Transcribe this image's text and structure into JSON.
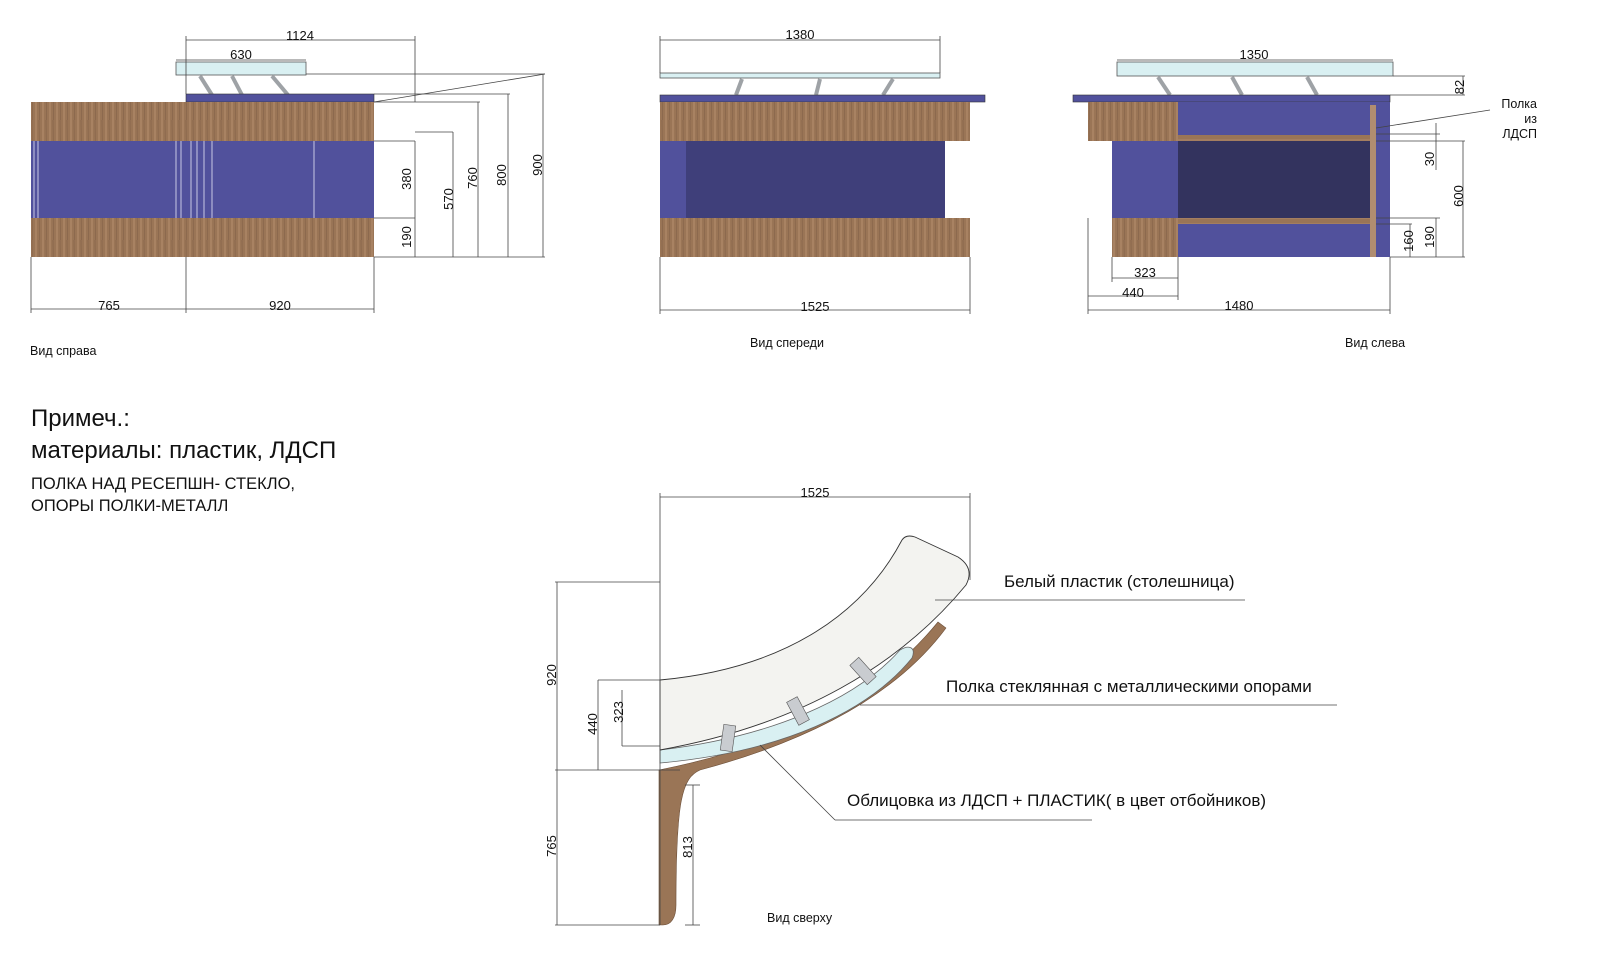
{
  "colors": {
    "wood": "#9a7556",
    "wood_light": "#b08d70",
    "panel_blue": "#51519c",
    "panel_dark": "#3f3f7a",
    "panel_darker": "#33335e",
    "glass": "#d9f0f2",
    "steel": "#c9ccd0",
    "top_plastic": "#f3f3f0"
  },
  "views": {
    "right": {
      "caption": "Вид справа",
      "dims": {
        "top_total": "1124",
        "top_shelf": "630",
        "h_380": "380",
        "h_190": "190",
        "h_570": "570",
        "h_760": "760",
        "h_800": "800",
        "h_900": "900",
        "w_765": "765",
        "w_920": "920"
      }
    },
    "front": {
      "caption": "Вид спереди",
      "dims": {
        "top": "1380",
        "bottom": "1525"
      }
    },
    "left": {
      "caption": "Вид слева",
      "shelf_label": [
        "Полка",
        "из",
        "ЛДСП"
      ],
      "dims": {
        "top": "1350",
        "h_82": "82",
        "h_30": "30",
        "h_600": "600",
        "h_160": "160",
        "h_190": "190",
        "w_323": "323",
        "w_440": "440",
        "w_1480": "1480"
      }
    },
    "top": {
      "caption": "Вид сверху",
      "dims": {
        "top": "1525",
        "v_920": "920",
        "v_440": "440",
        "v_323": "323",
        "v_765": "765",
        "v_813": "813"
      },
      "callouts": {
        "plastic": "Белый пластик (столешница)",
        "glass": "Полка стеклянная с металлическими опорами",
        "cladding": "Облицовка из ЛДСП + ПЛАСТИК( в цвет отбойников)"
      }
    }
  },
  "notes": {
    "title": "Примеч.:",
    "materials": "материалы: пластик, ЛДСП",
    "line1": "ПОЛКА НАД РЕСЕПШН- СТЕКЛО,",
    "line2": "ОПОРЫ ПОЛКИ-МЕТАЛЛ"
  }
}
